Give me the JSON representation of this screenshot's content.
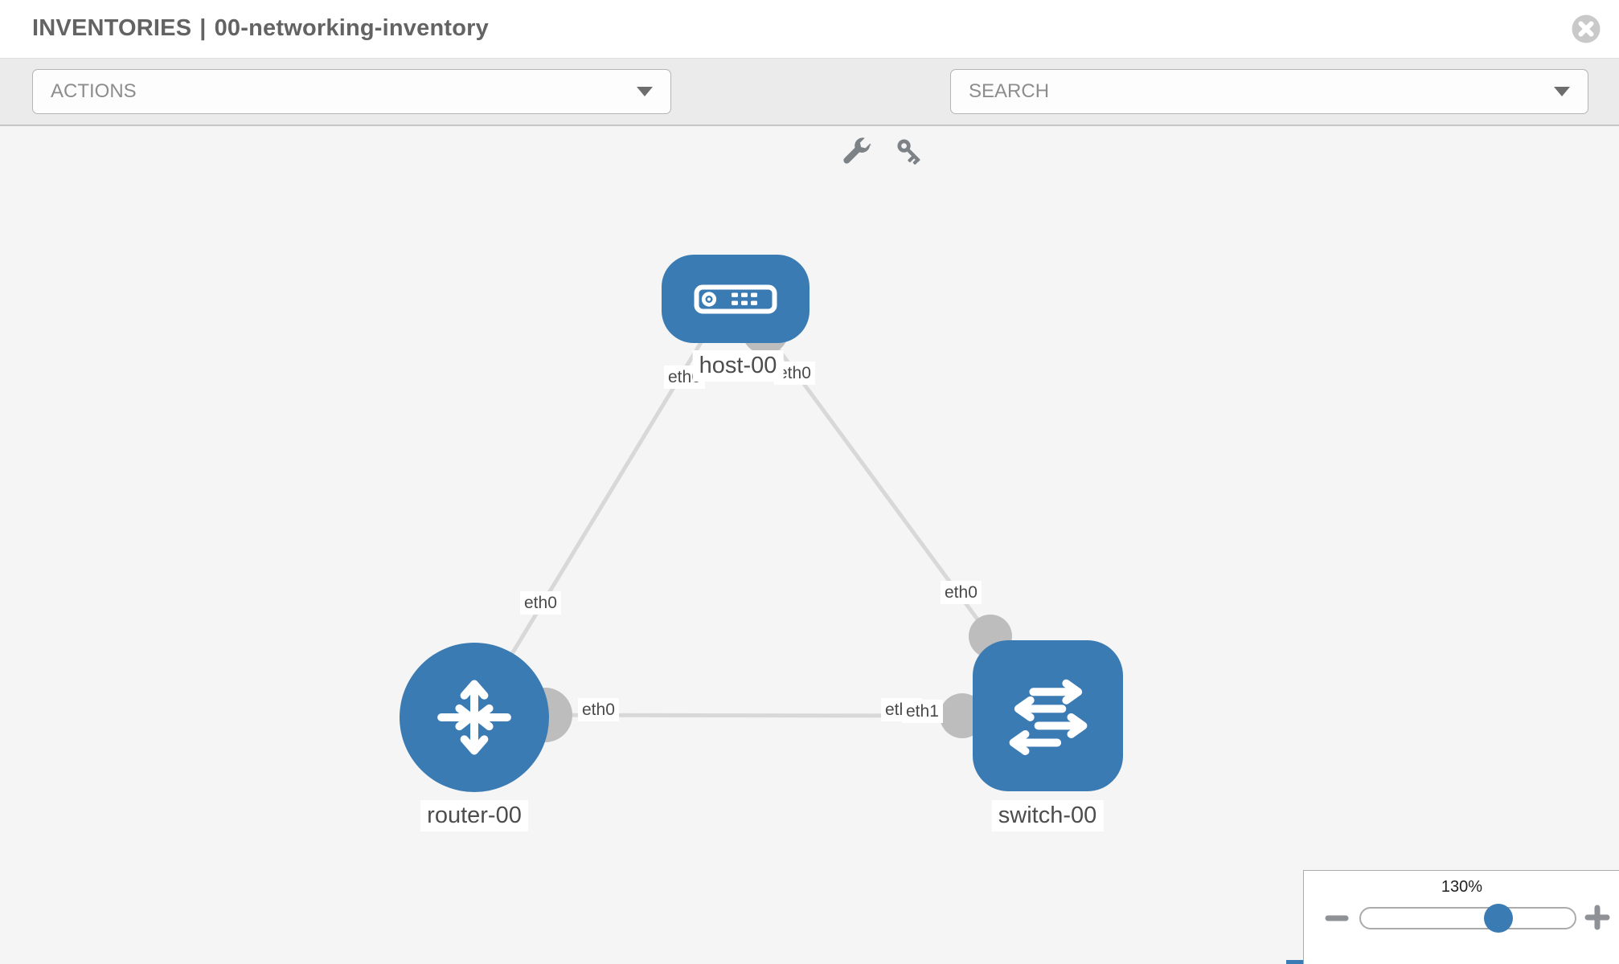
{
  "header": {
    "section": "INVENTORIES",
    "separator": "|",
    "inventory_name": "00-networking-inventory",
    "close_icon": "circle-x"
  },
  "toolbar": {
    "actions_placeholder": "ACTIONS",
    "search_placeholder": "SEARCH",
    "icons": [
      "wrench",
      "key"
    ],
    "caret_icon": "triangle-down"
  },
  "topology": {
    "nodes": [
      {
        "id": "host-00",
        "type": "host",
        "label": "host-00"
      },
      {
        "id": "router-00",
        "type": "router",
        "label": "router-00"
      },
      {
        "id": "switch-00",
        "type": "switch",
        "label": "switch-00"
      }
    ],
    "links": [
      {
        "source": "host-00",
        "target": "router-00",
        "source_interface": "eth0",
        "target_interface": "eth0"
      },
      {
        "source": "host-00",
        "target": "switch-00",
        "source_interface": "eth0",
        "target_interface": "eth0"
      },
      {
        "source": "router-00",
        "target": "switch-00",
        "source_interface": "eth0",
        "target_interface": "eth1",
        "target_interface_overlapped": "eth0"
      }
    ]
  },
  "zoom_control": {
    "level": "130%",
    "minus_icon": "minus",
    "plus_icon": "plus"
  },
  "colors": {
    "node_fill": "#3b7bb4",
    "link": "#d8d8d8",
    "port": "#bdbdbd",
    "toolbar_bg": "#ebebeb",
    "canvas_bg": "#f5f5f6"
  }
}
